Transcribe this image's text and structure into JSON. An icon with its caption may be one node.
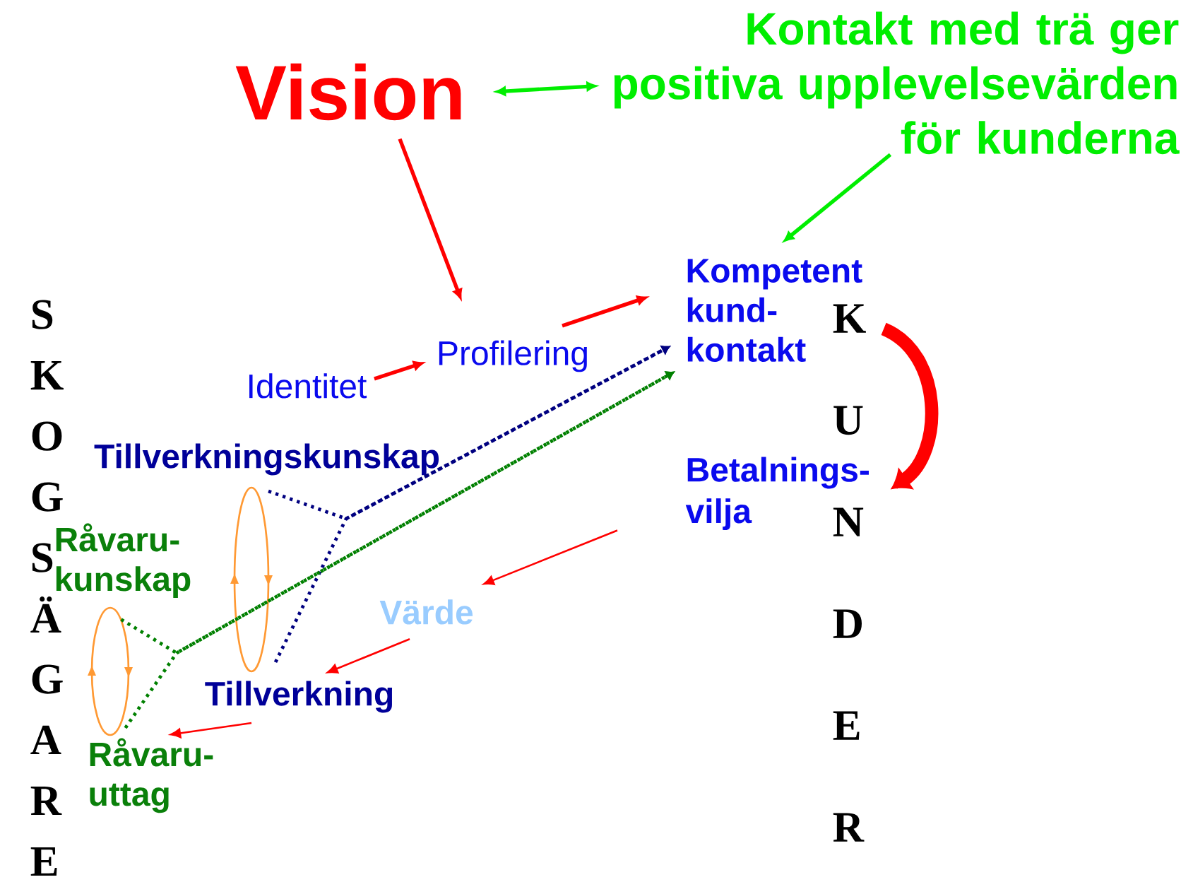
{
  "diagram": {
    "nodes": [
      {
        "text": [
          "Vision"
        ]
      },
      {
        "text": [
          "Kontakt med trä ger positiva upplevelsevärden för kunderna"
        ]
      },
      {
        "text": [
          "Kompetent kund- kontakt"
        ]
      },
      {
        "text": [
          "Profilering"
        ]
      },
      {
        "text": [
          "Identitet"
        ]
      },
      {
        "text": [
          "Tillverkningskunskap"
        ]
      },
      {
        "text": [
          "Råvaru- kunskap"
        ]
      },
      {
        "text": [
          "Betalnings- vilja"
        ]
      },
      {
        "text": [
          "Värde"
        ]
      },
      {
        "text": [
          "Tillverkning"
        ]
      },
      {
        "text": [
          "Råvaru- uttag"
        ]
      }
    ],
    "edges": [
      {
        "from": 0,
        "to": 1,
        "arrow": "both",
        "color": "#00ee00"
      },
      {
        "from": 0,
        "to": 3,
        "arrow": "to"
      },
      {
        "from": 1,
        "to": 2,
        "arrow": "to",
        "color": "#00ee00"
      },
      {
        "from": 4,
        "to": 3,
        "arrow": "to"
      },
      {
        "from": 3,
        "to": 2,
        "arrow": "to"
      },
      {
        "from": 2,
        "to": 7,
        "arrow": "to",
        "style": "thick"
      },
      {
        "from": 5,
        "to": 2,
        "arrow": "to",
        "style": "dashed",
        "color": "#000080"
      },
      {
        "from": 9,
        "to": 2,
        "arrow": "to",
        "style": "dashed",
        "color": "#000080"
      },
      {
        "from": 6,
        "to": 2,
        "arrow": "to",
        "style": "dashed",
        "color": "#008000"
      },
      {
        "from": 10,
        "to": 2,
        "arrow": "to",
        "style": "dashed",
        "color": "#008000"
      },
      {
        "from": 7,
        "to": 8,
        "arrow": "to"
      },
      {
        "from": 8,
        "to": 9,
        "arrow": "to"
      },
      {
        "from": 9,
        "to": 10,
        "arrow": "to"
      }
    ],
    "labels": [
      "SKOGSÄGARE",
      "KUNDER"
    ]
  }
}
